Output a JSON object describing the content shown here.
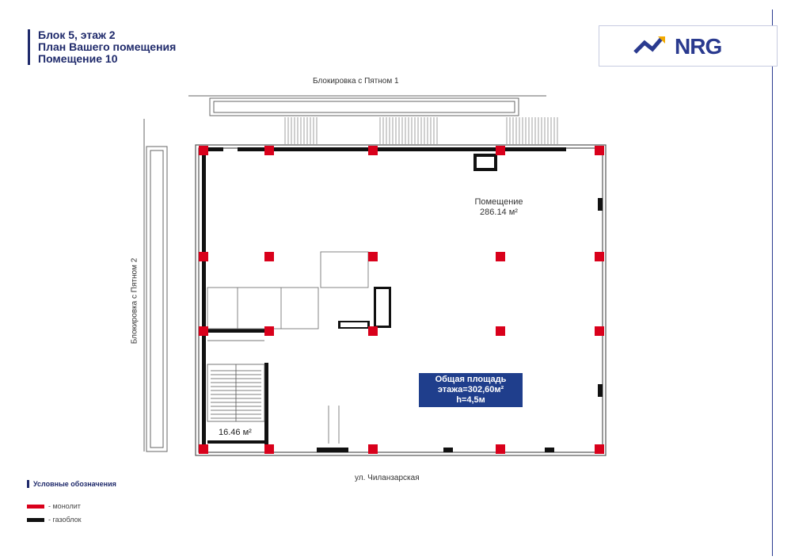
{
  "header": {
    "lines": [
      "Блок 5, этаж 2",
      "План Вашего помещения",
      "Помещение 10"
    ]
  },
  "logo": {
    "text": "NRG",
    "icon": "nrg-mountain-logo",
    "color": "#2a3a8f"
  },
  "plan": {
    "top_label": "Блокировка с Пятном 1",
    "left_label": "Блокировка с Пятном 2",
    "bottom_label": "ул. Чиланзарская",
    "room_name": "Помещение",
    "room_area": "286.14 м²",
    "small_room_area": "16.46 м²",
    "total_lines": [
      "Общая площадь",
      "этажа=302,60м²",
      "h=4,5м"
    ]
  },
  "legend": {
    "title": "Условные обозначения",
    "items": [
      {
        "label": "- монолит",
        "color": "#d9001b"
      },
      {
        "label": "- газоблок",
        "color": "#111111"
      }
    ]
  },
  "colors": {
    "accent": "#1f2a6b",
    "total_box": "#1f3e8c",
    "monolith": "#d9001b",
    "gasblock": "#111111"
  }
}
